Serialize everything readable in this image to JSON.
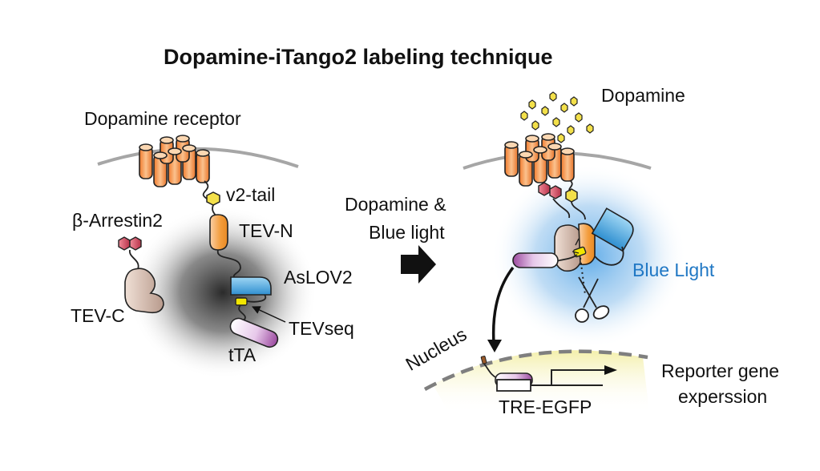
{
  "title": "Dopamine-iTango2 labeling technique",
  "left": {
    "receptor": "Dopamine receptor",
    "v2_tail": "v2-tail",
    "arrestin": "β-Arrestin2",
    "tev_n": "TEV-N",
    "aslov2": "AsLOV2",
    "tev_c": "TEV-C",
    "tevseq": "TEVseq",
    "tta": "tTA"
  },
  "arrow": {
    "line1": "Dopamine &",
    "line2": "Blue light"
  },
  "right": {
    "ligand": "Dopamine",
    "blue_light": "Blue Light",
    "nucleus": "Nucleus",
    "reporter_construct": "TRE-EGFP",
    "reporter_line1": "Reporter gene",
    "reporter_line2": "experssion"
  },
  "colors": {
    "receptor_orange": "#f4a460",
    "tev_n_orange": "#f39c3b",
    "arrestin_red": "#c8455a",
    "aslov2_blue": "#4aa8e0",
    "tevseq_yellow": "#f2e600",
    "tta_purple": "#9b4a9f",
    "blue_light_text": "#1f77c4",
    "nucleus_yellow": "#f6f3b8",
    "membrane_gray": "#a6a6a6",
    "dopamine_yellow": "#f3e04a"
  }
}
